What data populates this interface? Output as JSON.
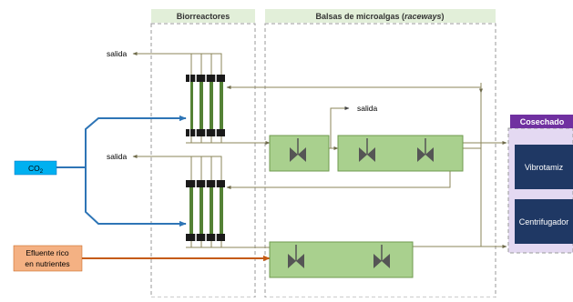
{
  "sections": {
    "bioreactors_title": "Biorreactores",
    "raceways_title_main": "Balsas de microalgas (",
    "raceways_title_italic": "raceways",
    "raceways_title_end": ")",
    "harvest_title": "Cosechado"
  },
  "inputs": {
    "co2_main": "CO",
    "co2_sub": "2",
    "effluent_line1": "Efluente rico",
    "effluent_line2": "en nutrientes"
  },
  "outputs": {
    "salida_top": "salida",
    "salida_middle": "salida",
    "salida_raceway": "salida"
  },
  "harvest": {
    "unit1": "Vibrotamiz",
    "unit2": "Centrifugador"
  },
  "colors": {
    "header_green": "#e2efd9",
    "pond_green": "#a9d08e",
    "pond_border": "#6f9a4f",
    "reactor_green": "#548235",
    "harvest_bg": "#e4d9f2",
    "harvest_purple": "#7030a0",
    "harvest_unit": "#1f3864",
    "co2_blue": "#00b0f0",
    "effluent_orange": "#f4b183",
    "co2_line": "#2e75b6",
    "effluent_line": "#c55a11",
    "flow_line": "#8b8658"
  }
}
